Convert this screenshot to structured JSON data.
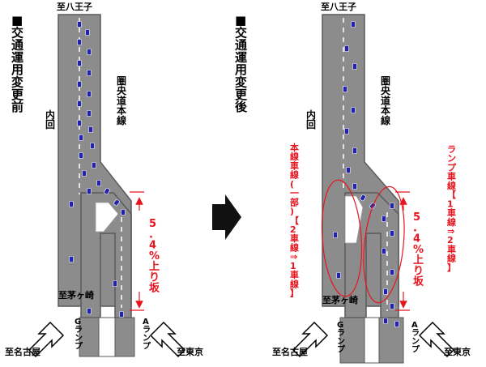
{
  "before": {
    "title": "■交通運用変更前",
    "top_dest": "至八王子",
    "inner_loop": "内回",
    "mainline": "圏央道本線",
    "slope": "5.4%上り坂",
    "bottom_dest": "至茅ヶ崎",
    "g_ramp": "Gランプ",
    "a_ramp": "Aランプ",
    "to_nagoya": "至名古屋",
    "to_tokyo": "至東京"
  },
  "after": {
    "title": "■交通運用変更後",
    "top_dest": "至八王子",
    "inner_loop": "内回",
    "mainline": "圏央道本線",
    "mainline_lanes": "本線車線(一部)【2車線⇒1車線】",
    "ramp_lanes": "ランプ車線【1車線⇒2車線】",
    "slope": "5.4%上り坂",
    "bottom_dest": "至茅ヶ崎",
    "g_ramp": "Gランプ",
    "a_ramp": "Aランプ",
    "to_nagoya": "至名古屋",
    "to_tokyo": "至東京"
  },
  "colors": {
    "road": "#8c8c8c",
    "road_edge": "#5a5a5a",
    "car": "#2222aa",
    "annotation": "#e8141e",
    "text": "#000000"
  }
}
